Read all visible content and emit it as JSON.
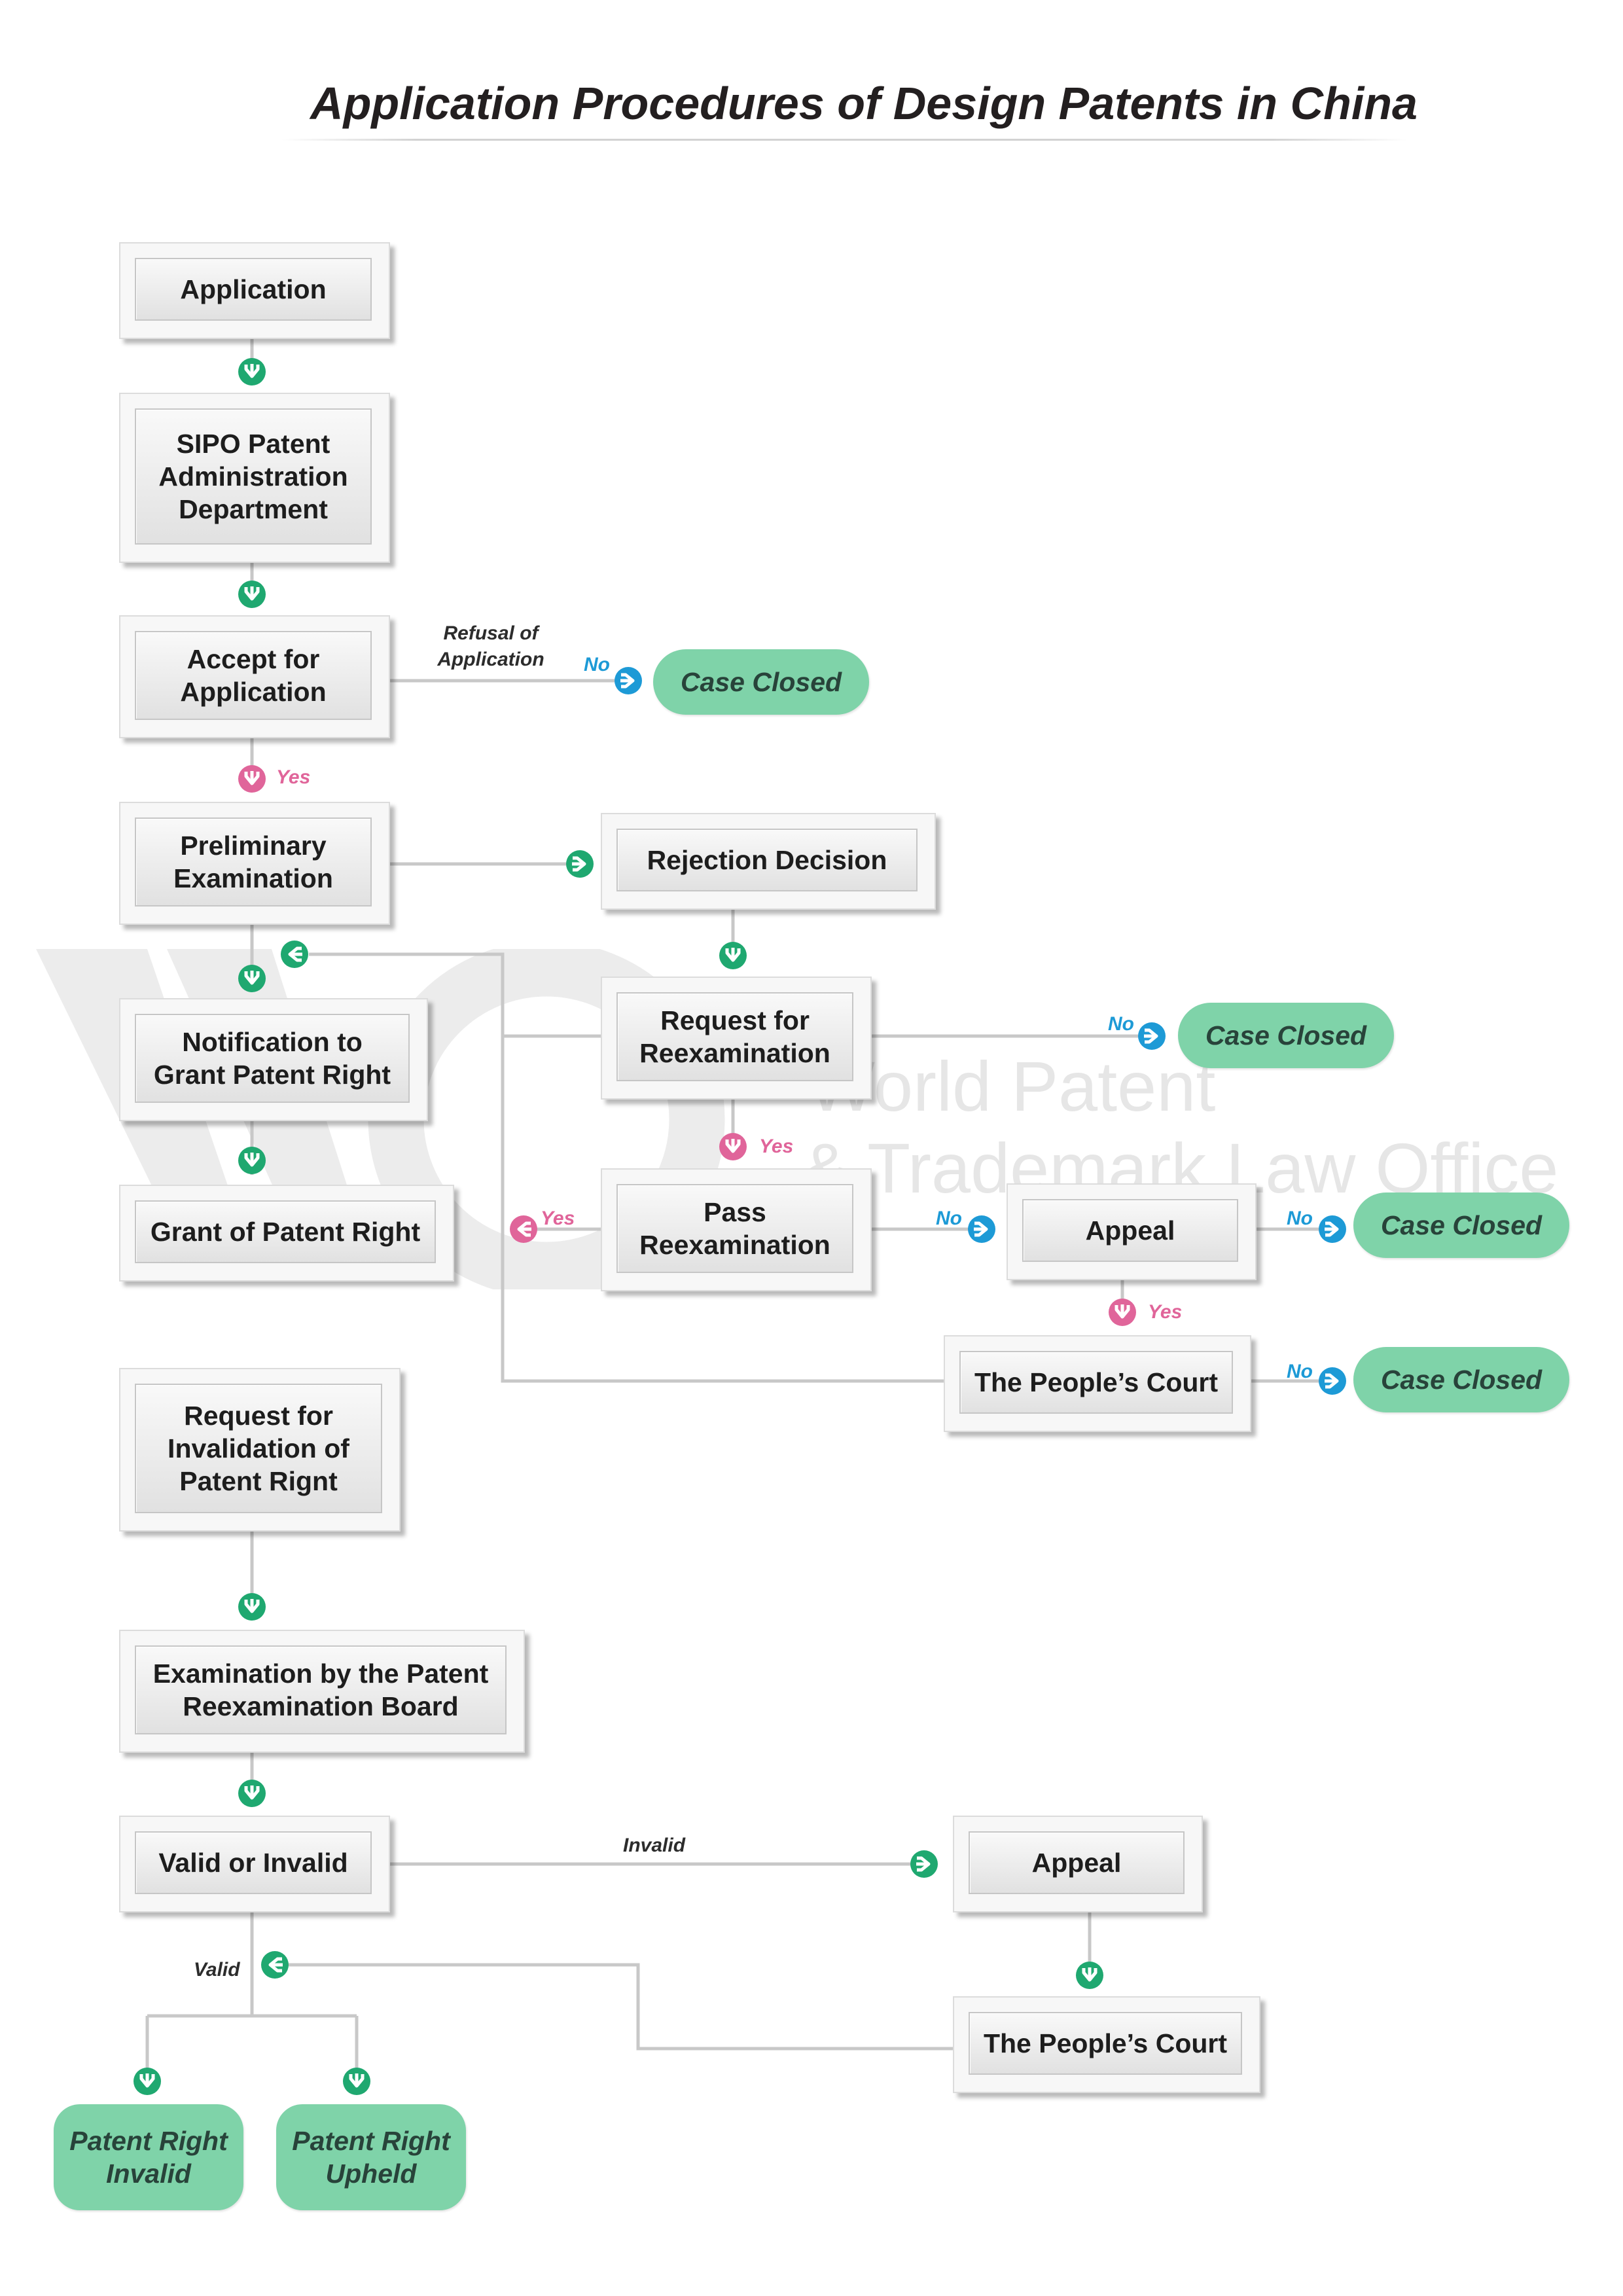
{
  "title": "Application Procedures of Design Patents in China",
  "watermark": {
    "line1": "World Patent",
    "line2": "& Trademark Law Office",
    "logo": "wp-monogram-logo"
  },
  "boxes": {
    "application": "Application",
    "sipo": "SIPO Patent\nAdministration\nDepartment",
    "accept": "Accept for\nApplication",
    "preliminary": "Preliminary\nExamination",
    "notification": "Notification to\nGrant Patent Right",
    "grant": "Grant of Patent Right",
    "rejection": "Rejection Decision",
    "request_reexam": "Request for\nReexamination",
    "pass_reexam": "Pass\nReexamination",
    "appeal_1": "Appeal",
    "peoples_court_1": "The People’s Court",
    "request_invalidation": "Request for\nInvalidation of\nPatent Rignt",
    "examination_board": "Examination by the Patent\nReexamination Board",
    "valid_invalid": "Valid or Invalid",
    "appeal_2": "Appeal",
    "peoples_court_2": "The People’s Court"
  },
  "outcomes": {
    "closed_1": "Case Closed",
    "closed_2": "Case Closed",
    "closed_3": "Case Closed",
    "closed_4": "Case Closed",
    "invalid": "Patent Right\nInvalid",
    "upheld": "Patent Right\nUpheld"
  },
  "labels": {
    "refusal": "Refusal of\nApplication",
    "no_accept": "No",
    "yes_accept": "Yes",
    "no_reexam": "No",
    "yes_reexam": "Yes",
    "yes_pass": "Yes",
    "no_pass": "No",
    "no_appeal": "No",
    "yes_appeal": "Yes",
    "no_court": "No",
    "invalid": "Invalid",
    "valid": "Valid"
  },
  "colors": {
    "connector": "#c8c8c8",
    "arrow_green": "#1fa870",
    "arrow_blue": "#1d9ad6",
    "arrow_pink": "#e0659a",
    "outcome_fill": "#7fd3a9",
    "outcome_text": "#28433a"
  }
}
